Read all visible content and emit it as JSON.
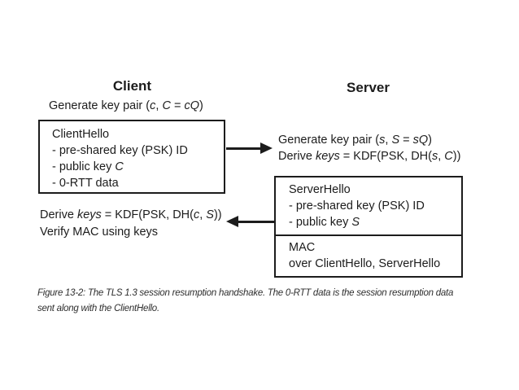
{
  "colors": {
    "ink": "#1c1c1c",
    "caption_ink": "#2e2e2e",
    "bg": "#ffffff"
  },
  "client": {
    "header": "Client",
    "generate_line": [
      {
        "t": "Generate key pair (",
        "i": false
      },
      {
        "t": "c",
        "i": true
      },
      {
        "t": ", ",
        "i": false
      },
      {
        "t": "C",
        "i": true
      },
      {
        "t": " = ",
        "i": false
      },
      {
        "t": "cQ",
        "i": true
      },
      {
        "t": ")",
        "i": false
      }
    ],
    "hello_box": {
      "title": "ClientHello",
      "items": [
        [
          {
            "t": "- pre-shared key (PSK) ID",
            "i": false
          }
        ],
        [
          {
            "t": "- public key ",
            "i": false
          },
          {
            "t": "C",
            "i": true
          }
        ],
        [
          {
            "t": "- 0-RTT data",
            "i": false
          }
        ]
      ]
    },
    "derive_line": [
      {
        "t": "Derive ",
        "i": false
      },
      {
        "t": "keys",
        "i": true
      },
      {
        "t": " = KDF(PSK, DH(",
        "i": false
      },
      {
        "t": "c",
        "i": true
      },
      {
        "t": ", ",
        "i": false
      },
      {
        "t": "S",
        "i": true
      },
      {
        "t": "))",
        "i": false
      }
    ],
    "verify_line": [
      {
        "t": "Verify MAC using keys",
        "i": false
      }
    ]
  },
  "server": {
    "header": "Server",
    "generate_line": [
      {
        "t": "Generate key pair (",
        "i": false
      },
      {
        "t": "s",
        "i": true
      },
      {
        "t": ", ",
        "i": false
      },
      {
        "t": "S",
        "i": true
      },
      {
        "t": " = ",
        "i": false
      },
      {
        "t": "sQ",
        "i": true
      },
      {
        "t": ")",
        "i": false
      }
    ],
    "derive_line": [
      {
        "t": "Derive ",
        "i": false
      },
      {
        "t": "keys",
        "i": true
      },
      {
        "t": " = KDF(PSK, DH(",
        "i": false
      },
      {
        "t": "s",
        "i": true
      },
      {
        "t": ", ",
        "i": false
      },
      {
        "t": "C",
        "i": true
      },
      {
        "t": "))",
        "i": false
      }
    ],
    "hello_box": {
      "title": "ServerHello",
      "items": [
        [
          {
            "t": "- pre-shared key (PSK) ID",
            "i": false
          }
        ],
        [
          {
            "t": "- public key ",
            "i": false
          },
          {
            "t": "S",
            "i": true
          }
        ]
      ]
    },
    "mac_box": {
      "title": "MAC",
      "line": "over ClientHello, ServerHello"
    }
  },
  "caption": {
    "line1": "Figure 13-2: The TLS 1.3 session resumption handshake. The 0-RTT data is the session resumption data",
    "line2": "sent along with the ClientHello."
  }
}
